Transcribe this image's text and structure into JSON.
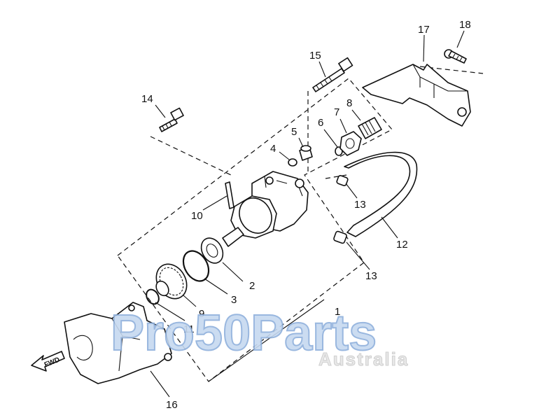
{
  "callouts": {
    "n1": "1",
    "n2": "2",
    "n3": "3",
    "n4": "4",
    "n5": "5",
    "n6": "6",
    "n7": "7",
    "n8": "8",
    "n9": "9",
    "n10": "10",
    "n11": "11",
    "n12": "12",
    "n13a": "13",
    "n13b": "13",
    "n14": "14",
    "n15": "15",
    "n16": "16",
    "n17": "17",
    "n18": "18"
  },
  "fwd_label": "FWD",
  "watermark": {
    "brand": "Pro50Parts",
    "region": "Australia"
  }
}
